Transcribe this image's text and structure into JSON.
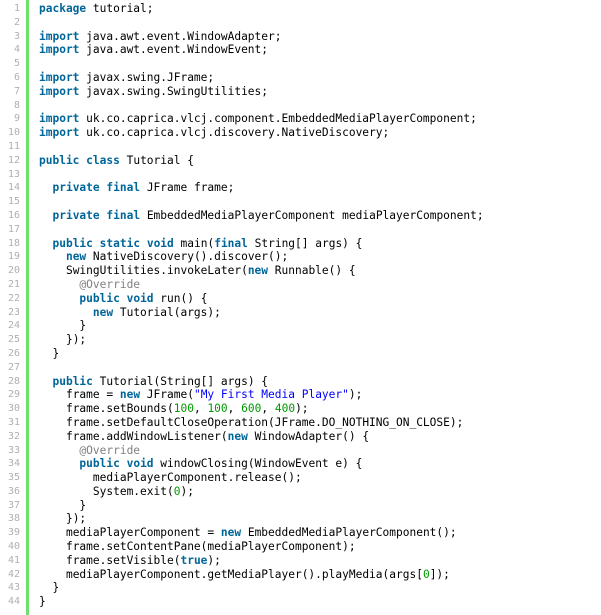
{
  "editor": {
    "language": "java",
    "colors": {
      "keyword": "#006699",
      "string": "#0000ff",
      "annotation": "#808080",
      "number": "#009900",
      "plain": "#000000",
      "gutter_bar": "#6ce26c",
      "line_number": "#afafaf"
    },
    "lines": [
      {
        "n": "1",
        "indent": 0,
        "tokens": [
          [
            "kw",
            "package"
          ],
          [
            "id",
            " tutorial;"
          ]
        ]
      },
      {
        "n": "2",
        "indent": 0,
        "tokens": []
      },
      {
        "n": "3",
        "indent": 0,
        "tokens": [
          [
            "kw",
            "import"
          ],
          [
            "id",
            " java.awt.event.WindowAdapter;"
          ]
        ]
      },
      {
        "n": "4",
        "indent": 0,
        "tokens": [
          [
            "kw",
            "import"
          ],
          [
            "id",
            " java.awt.event.WindowEvent;"
          ]
        ]
      },
      {
        "n": "5",
        "indent": 0,
        "tokens": []
      },
      {
        "n": "6",
        "indent": 0,
        "tokens": [
          [
            "kw",
            "import"
          ],
          [
            "id",
            " javax.swing.JFrame;"
          ]
        ]
      },
      {
        "n": "7",
        "indent": 0,
        "tokens": [
          [
            "kw",
            "import"
          ],
          [
            "id",
            " javax.swing.SwingUtilities;"
          ]
        ]
      },
      {
        "n": "8",
        "indent": 0,
        "tokens": []
      },
      {
        "n": "9",
        "indent": 0,
        "tokens": [
          [
            "kw",
            "import"
          ],
          [
            "id",
            " uk.co.caprica.vlcj.component.EmbeddedMediaPlayerComponent;"
          ]
        ]
      },
      {
        "n": "10",
        "indent": 0,
        "tokens": [
          [
            "kw",
            "import"
          ],
          [
            "id",
            " uk.co.caprica.vlcj.discovery.NativeDiscovery;"
          ]
        ]
      },
      {
        "n": "11",
        "indent": 0,
        "tokens": []
      },
      {
        "n": "12",
        "indent": 0,
        "tokens": [
          [
            "kw",
            "public"
          ],
          [
            "id",
            " "
          ],
          [
            "kw",
            "class"
          ],
          [
            "id",
            " Tutorial {"
          ]
        ]
      },
      {
        "n": "13",
        "indent": 0,
        "tokens": []
      },
      {
        "n": "14",
        "indent": 1,
        "tokens": [
          [
            "kw",
            "private"
          ],
          [
            "id",
            " "
          ],
          [
            "kw",
            "final"
          ],
          [
            "id",
            " JFrame frame;"
          ]
        ]
      },
      {
        "n": "15",
        "indent": 0,
        "tokens": []
      },
      {
        "n": "16",
        "indent": 1,
        "tokens": [
          [
            "kw",
            "private"
          ],
          [
            "id",
            " "
          ],
          [
            "kw",
            "final"
          ],
          [
            "id",
            " EmbeddedMediaPlayerComponent mediaPlayerComponent;"
          ]
        ]
      },
      {
        "n": "17",
        "indent": 0,
        "tokens": []
      },
      {
        "n": "18",
        "indent": 1,
        "tokens": [
          [
            "kw",
            "public"
          ],
          [
            "id",
            " "
          ],
          [
            "kw",
            "static"
          ],
          [
            "id",
            " "
          ],
          [
            "kw",
            "void"
          ],
          [
            "id",
            " main("
          ],
          [
            "kw",
            "final"
          ],
          [
            "id",
            " String[] args) {"
          ]
        ]
      },
      {
        "n": "19",
        "indent": 2,
        "tokens": [
          [
            "kw",
            "new"
          ],
          [
            "id",
            " NativeDiscovery().discover();"
          ]
        ]
      },
      {
        "n": "20",
        "indent": 2,
        "tokens": [
          [
            "id",
            "SwingUtilities.invokeLater("
          ],
          [
            "kw",
            "new"
          ],
          [
            "id",
            " Runnable() {"
          ]
        ]
      },
      {
        "n": "21",
        "indent": 3,
        "tokens": [
          [
            "ann",
            "@Override"
          ]
        ]
      },
      {
        "n": "22",
        "indent": 3,
        "tokens": [
          [
            "kw",
            "public"
          ],
          [
            "id",
            " "
          ],
          [
            "kw",
            "void"
          ],
          [
            "id",
            " run() {"
          ]
        ]
      },
      {
        "n": "23",
        "indent": 4,
        "tokens": [
          [
            "kw",
            "new"
          ],
          [
            "id",
            " Tutorial(args);"
          ]
        ]
      },
      {
        "n": "24",
        "indent": 3,
        "tokens": [
          [
            "id",
            "}"
          ]
        ]
      },
      {
        "n": "25",
        "indent": 2,
        "tokens": [
          [
            "id",
            "});"
          ]
        ]
      },
      {
        "n": "26",
        "indent": 1,
        "tokens": [
          [
            "id",
            "}"
          ]
        ]
      },
      {
        "n": "27",
        "indent": 0,
        "tokens": []
      },
      {
        "n": "28",
        "indent": 1,
        "tokens": [
          [
            "kw",
            "public"
          ],
          [
            "id",
            " Tutorial(String[] args) {"
          ]
        ]
      },
      {
        "n": "29",
        "indent": 2,
        "tokens": [
          [
            "id",
            "frame = "
          ],
          [
            "kw",
            "new"
          ],
          [
            "id",
            " JFrame("
          ],
          [
            "str",
            "\"My First Media Player\""
          ],
          [
            "id",
            ");"
          ]
        ]
      },
      {
        "n": "30",
        "indent": 2,
        "tokens": [
          [
            "id",
            "frame.setBounds("
          ],
          [
            "num",
            "100"
          ],
          [
            "id",
            ", "
          ],
          [
            "num",
            "100"
          ],
          [
            "id",
            ", "
          ],
          [
            "num",
            "600"
          ],
          [
            "id",
            ", "
          ],
          [
            "num",
            "400"
          ],
          [
            "id",
            ");"
          ]
        ]
      },
      {
        "n": "31",
        "indent": 2,
        "tokens": [
          [
            "id",
            "frame.setDefaultCloseOperation(JFrame.DO_NOTHING_ON_CLOSE);"
          ]
        ]
      },
      {
        "n": "32",
        "indent": 2,
        "tokens": [
          [
            "id",
            "frame.addWindowListener("
          ],
          [
            "kw",
            "new"
          ],
          [
            "id",
            " WindowAdapter() {"
          ]
        ]
      },
      {
        "n": "33",
        "indent": 3,
        "tokens": [
          [
            "ann",
            "@Override"
          ]
        ]
      },
      {
        "n": "34",
        "indent": 3,
        "tokens": [
          [
            "kw",
            "public"
          ],
          [
            "id",
            " "
          ],
          [
            "kw",
            "void"
          ],
          [
            "id",
            " windowClosing(WindowEvent e) {"
          ]
        ]
      },
      {
        "n": "35",
        "indent": 4,
        "tokens": [
          [
            "id",
            "mediaPlayerComponent.release();"
          ]
        ]
      },
      {
        "n": "36",
        "indent": 4,
        "tokens": [
          [
            "id",
            "System.exit("
          ],
          [
            "num",
            "0"
          ],
          [
            "id",
            ");"
          ]
        ]
      },
      {
        "n": "37",
        "indent": 3,
        "tokens": [
          [
            "id",
            "}"
          ]
        ]
      },
      {
        "n": "38",
        "indent": 2,
        "tokens": [
          [
            "id",
            "});"
          ]
        ]
      },
      {
        "n": "39",
        "indent": 2,
        "tokens": [
          [
            "id",
            "mediaPlayerComponent = "
          ],
          [
            "kw",
            "new"
          ],
          [
            "id",
            " EmbeddedMediaPlayerComponent();"
          ]
        ]
      },
      {
        "n": "40",
        "indent": 2,
        "tokens": [
          [
            "id",
            "frame.setContentPane(mediaPlayerComponent);"
          ]
        ]
      },
      {
        "n": "41",
        "indent": 2,
        "tokens": [
          [
            "id",
            "frame.setVisible("
          ],
          [
            "kw",
            "true"
          ],
          [
            "id",
            ");"
          ]
        ]
      },
      {
        "n": "42",
        "indent": 2,
        "tokens": [
          [
            "id",
            "mediaPlayerComponent.getMediaPlayer().playMedia(args["
          ],
          [
            "num",
            "0"
          ],
          [
            "id",
            "]);"
          ]
        ]
      },
      {
        "n": "43",
        "indent": 1,
        "tokens": [
          [
            "id",
            "}"
          ]
        ]
      },
      {
        "n": "44",
        "indent": 0,
        "tokens": [
          [
            "id",
            "}"
          ]
        ]
      }
    ]
  }
}
